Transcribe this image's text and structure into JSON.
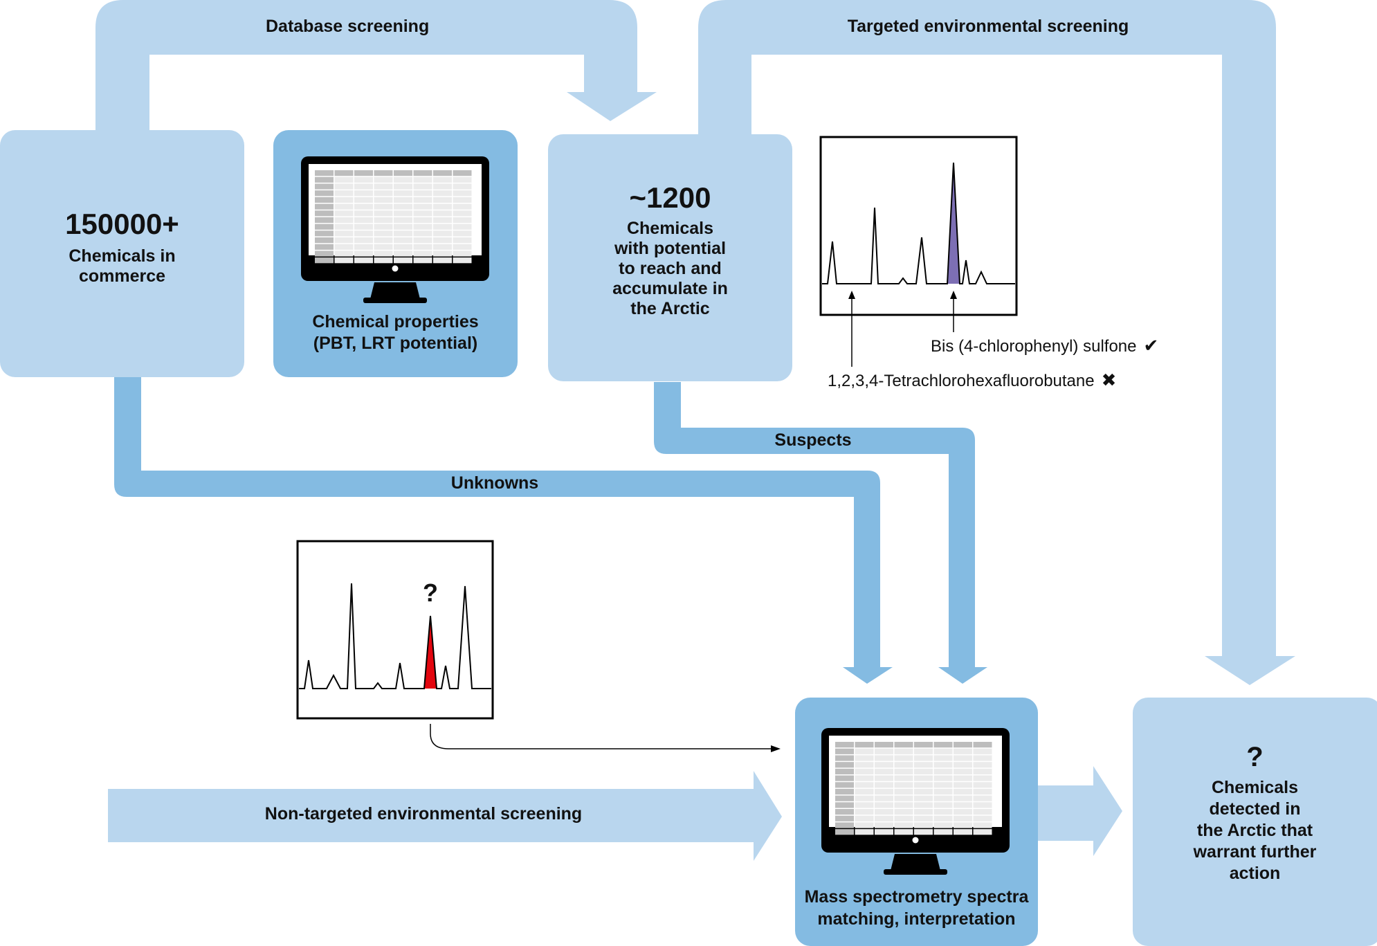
{
  "colors": {
    "light_flow": "#b9d6ee",
    "dark_flow": "#84bbe2",
    "highlight_peak_known": "#7d6fb4",
    "highlight_peak_unknown": "#e3060f",
    "ink": "#000000"
  },
  "flows": {
    "database_screening": "Database screening",
    "targeted_screening": "Targeted environmental screening",
    "unknowns": "Unknowns",
    "suspects": "Suspects",
    "non_targeted_screening": "Non-targeted environmental screening"
  },
  "boxes": {
    "commerce": {
      "number": "150000+",
      "caption": [
        "Chemicals in",
        "commerce"
      ]
    },
    "properties": {
      "caption": [
        "Chemical properties",
        "(PBT, LRT potential)"
      ],
      "icon": "monitor-spreadsheet-icon"
    },
    "arctic_potential": {
      "number": "~1200",
      "caption": [
        "Chemicals",
        "with potential",
        "to reach and",
        "accumulate in",
        "the Arctic"
      ]
    },
    "mass_spec": {
      "caption": [
        "Mass spectrometry spectra",
        "matching, interpretation"
      ],
      "icon": "monitor-spreadsheet-icon"
    },
    "result": {
      "number": "?",
      "caption": [
        "Chemicals",
        "detected in",
        "the Arctic that",
        "warrant further",
        "action"
      ]
    }
  },
  "chromatogram_targeted": {
    "annotations": [
      {
        "text": "Bis (4-chlorophenyl) sulfone",
        "status": "detected",
        "icon": "check-icon",
        "glyph": "✔"
      },
      {
        "text": "1,2,3,4-Tetrachlorohexafluorobutane",
        "status": "not-detected",
        "icon": "cross-icon",
        "glyph": "✖"
      }
    ]
  },
  "chromatogram_nontargeted": {
    "unknown_peak_label": "?"
  }
}
